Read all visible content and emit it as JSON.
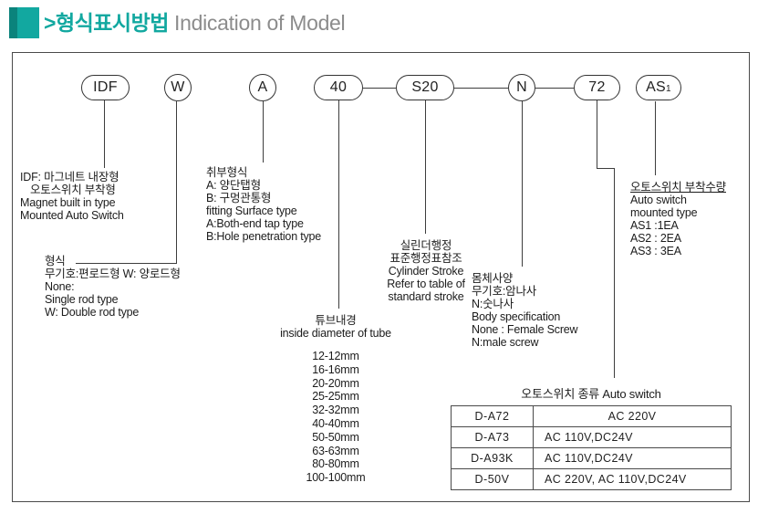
{
  "header": {
    "chevron": ">",
    "title_ko": "형식표시방법",
    "title_en": " Indication of Model"
  },
  "colors": {
    "teal": "#12A8A0",
    "teal_dark": "#0B837C",
    "title_gray": "#8C8C8C",
    "line": "#3d3d3d"
  },
  "badges": [
    {
      "label": "IDF"
    },
    {
      "label": "W"
    },
    {
      "label": "A"
    },
    {
      "label": "40"
    },
    {
      "label": "S20"
    },
    {
      "label": "N"
    },
    {
      "label": "72"
    },
    {
      "label": "AS",
      "sub": "1"
    }
  ],
  "blocks": {
    "magnet": {
      "lines": [
        "IDF: 마그네트 내장형",
        "오토스위치 부착형",
        "Magnet built in type",
        "Mounted Auto Switch"
      ]
    },
    "rod_type": {
      "lines": [
        "형식",
        "무기호:편로드형   W: 양로드형",
        "None:",
        "Single rod type",
        "W: Double rod type"
      ]
    },
    "fitting": {
      "lines": [
        "취부형식",
        "A: 양단탭형",
        "B: 구멍관통형",
        "fitting Surface type",
        "A:Both-end tap type",
        "B:Hole penetration type"
      ]
    },
    "tube": {
      "title_ko": "튜브내경",
      "title_en": "inside diameter of tube",
      "sizes": [
        "12-12mm",
        "16-16mm",
        "20-20mm",
        "25-25mm",
        "32-32mm",
        "40-40mm",
        "50-50mm",
        "63-63mm",
        "80-80mm",
        "100-100mm"
      ]
    },
    "stroke": {
      "lines": [
        "실린더행정",
        "표준행정표참조",
        "Cylinder Stroke",
        "Refer to table of",
        "standard stroke"
      ]
    },
    "body_spec": {
      "lines": [
        "몸체사양",
        "무기호:암나사",
        "N:숫나사",
        "Body specification",
        "None : Female Screw",
        "N:male screw"
      ]
    },
    "switch_qty": {
      "lines": [
        "오토스위치 부착수량",
        "Auto switch",
        "mounted type",
        "AS1 :1EA",
        "AS2 : 2EA",
        "AS3 : 3EA"
      ]
    }
  },
  "auto_switch_table": {
    "title_ko": "오토스위치 종류",
    "title_en": " Auto switch",
    "rows": [
      {
        "model": "D-A72",
        "voltage": "AC 220V"
      },
      {
        "model": "D-A73",
        "voltage": "AC 110V,DC24V"
      },
      {
        "model": "D-A93K",
        "voltage": "AC 110V,DC24V"
      },
      {
        "model": "D-50V",
        "voltage": "AC 220V, AC 110V,DC24V"
      }
    ]
  }
}
